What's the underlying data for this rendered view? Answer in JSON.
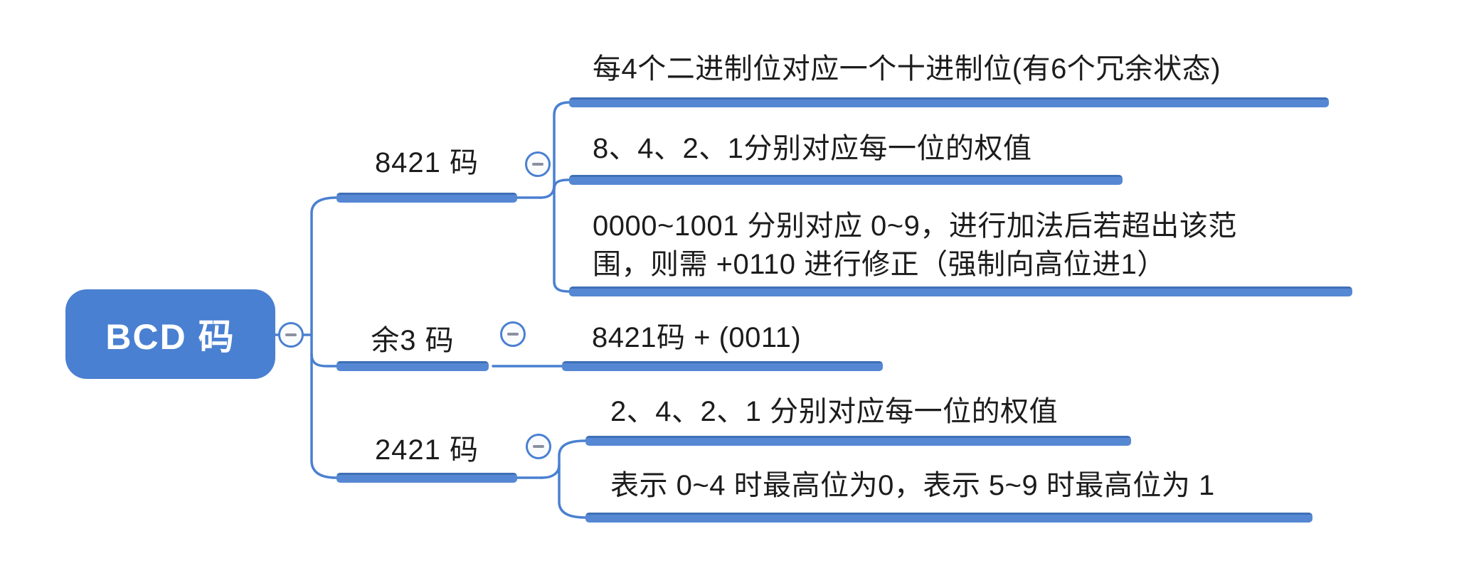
{
  "root": {
    "label": "BCD 码"
  },
  "branches": [
    {
      "label": "8421 码",
      "children": [
        "每4个二进制位对应一个十进制位(有6个冗余状态)",
        "8、4、2、1分别对应每一位的权值",
        "0000~1001 分别对应 0~9，进行加法后若超出该范\n围，则需 +0110 进行修正（强制向高位进1）"
      ]
    },
    {
      "label": "余3 码",
      "children": [
        "8421码 + (0011)"
      ]
    },
    {
      "label": "2421 码",
      "children": [
        "2、4、2、1 分别对应每一位的权值",
        "表示 0~4 时最高位为0，表示 5~9 时最高位为 1"
      ]
    }
  ],
  "icons": {
    "collapse": "minus-icon"
  },
  "colors": {
    "accent": "#4a80d1",
    "node_fill": "#4a80d1",
    "node_text": "#ffffff",
    "underline_bar": "#5587d3",
    "underline_bar_edge": "#3f70b6",
    "text": "#1c1c1c",
    "minus_glyph": "#8a90a0",
    "background": "#ffffff"
  }
}
